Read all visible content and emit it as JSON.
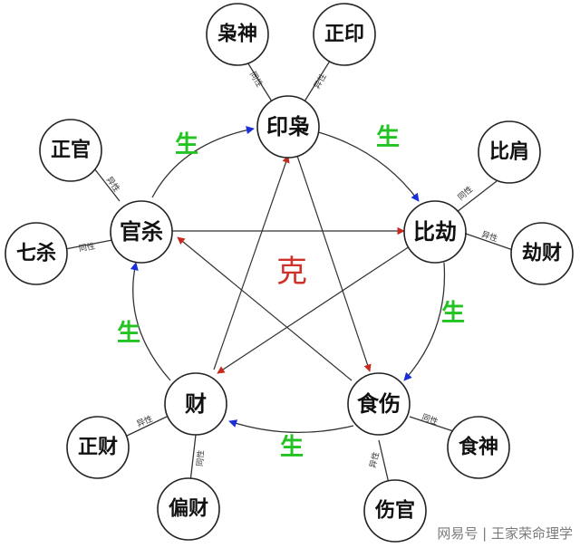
{
  "main_nodes": {
    "yinxiao": "印枭",
    "bijie": "比劫",
    "shishang": "食伤",
    "cai": "财",
    "guansha": "官杀"
  },
  "sub_nodes": {
    "xiaoshen": "枭神",
    "zhengyin": "正印",
    "bijian": "比肩",
    "jiecai": "劫财",
    "shishen": "食神",
    "shangguan": "伤官",
    "piancai": "偏财",
    "zhengcai": "正财",
    "qisha": "七杀",
    "zhengguan": "正官"
  },
  "link_labels": {
    "same": "同性",
    "different": "异性"
  },
  "relations": {
    "sheng": "生",
    "ke": "克"
  },
  "colors": {
    "sheng_text": "#22c322",
    "ke_text": "#d0322a",
    "sheng_arrow": "#1a2fd8",
    "ke_arrow": "#c8281e"
  },
  "watermark": "网易号 | 王家荣命理学"
}
